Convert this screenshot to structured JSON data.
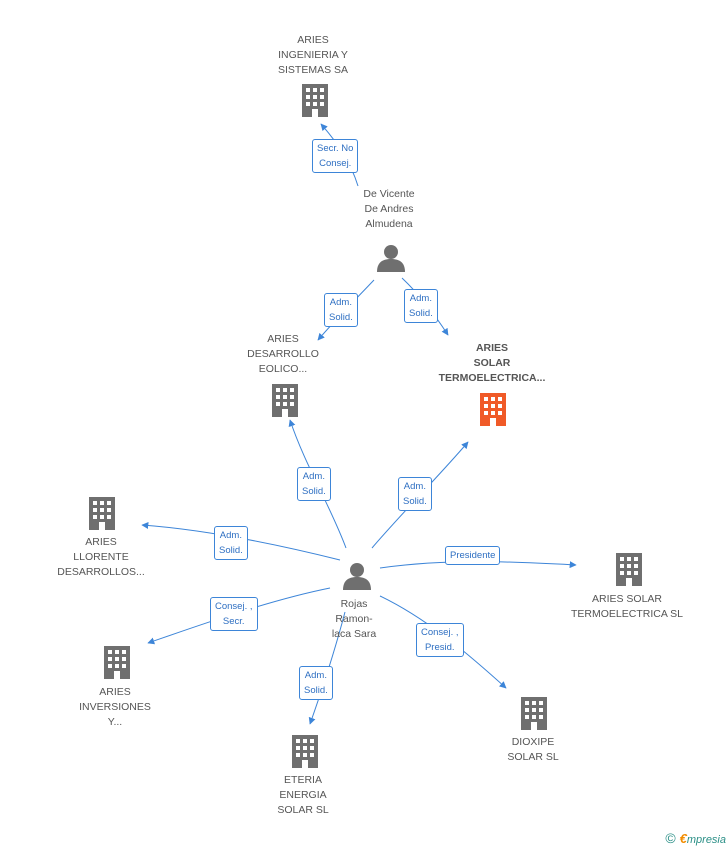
{
  "colors": {
    "edge": "#3d85d8",
    "building": "#6f6f6f",
    "focus_building": "#f05a28",
    "person": "#6f6f6f"
  },
  "nodes": {
    "aries_ingenieria": {
      "label": "ARIES\nINGENIERIA Y\nSISTEMAS SA",
      "icon": "building-icon"
    },
    "de_vicente": {
      "label": "De Vicente\nDe Andres\nAlmudena",
      "icon": "person-icon"
    },
    "aries_desarrollo_eolico": {
      "label": "ARIES\nDESARROLLO\nEOLICO...",
      "icon": "building-icon"
    },
    "aries_solar_focus": {
      "label": "ARIES\nSOLAR\nTERMOELECTRICA...",
      "icon": "building-icon"
    },
    "aries_llorente": {
      "label": "ARIES\nLLORENTE\nDESARROLLOS...",
      "icon": "building-icon"
    },
    "rojas": {
      "label": "Rojas\nRamon-\nlaca Sara",
      "icon": "person-icon"
    },
    "aries_solar_sl": {
      "label": "ARIES SOLAR\nTERMOELECTRICA SL",
      "icon": "building-icon"
    },
    "aries_inversiones": {
      "label": "ARIES\nINVERSIONES\nY...",
      "icon": "building-icon"
    },
    "eteria": {
      "label": "ETERIA\nENERGIA\nSOLAR SL",
      "icon": "building-icon"
    },
    "dioxipe": {
      "label": "DIOXIPE\nSOLAR SL",
      "icon": "building-icon"
    }
  },
  "edges": {
    "e1": "Secr.  No\nConsej.",
    "e2": "Adm.\nSolid.",
    "e3": "Adm.\nSolid.",
    "e4": "Adm.\nSolid.",
    "e5": "Adm.\nSolid.",
    "e6": "Adm.\nSolid.",
    "e7": "Presidente",
    "e8": "Consej. ,\nSecr.",
    "e9": "Consej. ,\nPresid.",
    "e10": "Adm.\nSolid."
  },
  "watermark": {
    "copyright": "©",
    "brand_initial": "€",
    "brand_rest": "mpresia"
  }
}
